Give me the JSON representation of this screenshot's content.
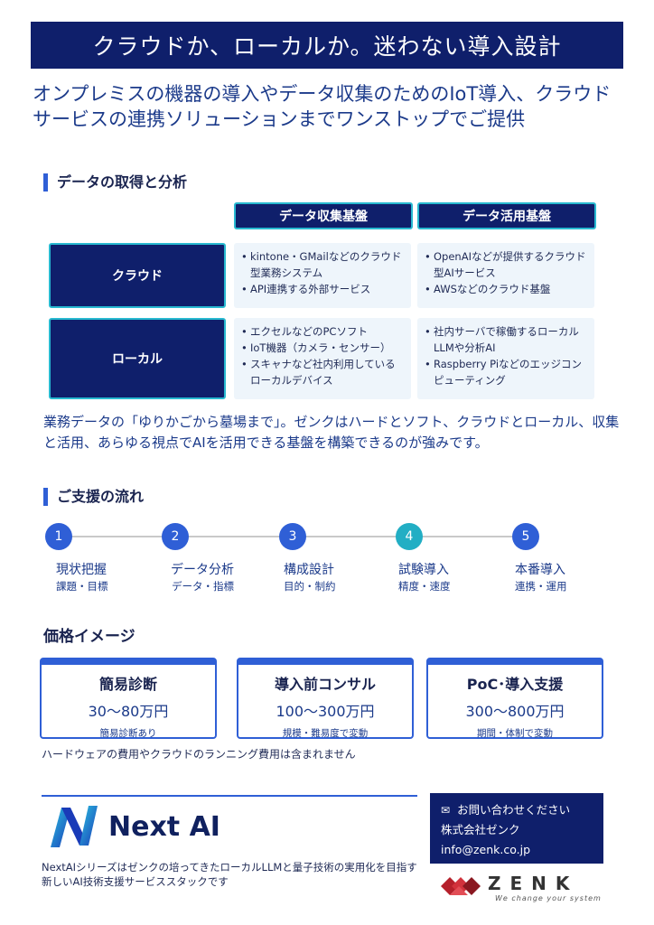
{
  "header": {
    "title": "クラウドか、ローカルか。迷わない導入設計"
  },
  "lead": "オンプレミスの機器の導入やデータ収集のためのIoT導入、クラウドサービスの連携ソリューションまでワンストップでご提供",
  "section1": {
    "title": "データの取得と分析"
  },
  "matrix": {
    "col_headers": [
      "データ収集基盤",
      "データ活用基盤"
    ],
    "rows": [
      {
        "label": "クラウド",
        "cells": [
          [
            "kintone・GMailなどのクラウド型業務システム",
            "API連携する外部サービス"
          ],
          [
            "OpenAIなどが提供するクラウド型AIサービス",
            "AWSなどのクラウド基盤"
          ]
        ]
      },
      {
        "label": "ローカル",
        "cells": [
          [
            "エクセルなどのPCソフト",
            "IoT機器（カメラ・センサー）",
            "スキャナなど社内利用しているローカルデバイス"
          ],
          [
            "社内サーバで稼働するローカルLLMや分析AI",
            "Raspberry Piなどのエッジコンピューティング"
          ]
        ]
      }
    ]
  },
  "summary": "業務データの「ゆりかごから墓場まで」。ゼンクはハードとソフト、クラウドとローカル、収集と活用、あらゆる視点でAIを活用できる基盤を構築できるのが強みです。",
  "section2": {
    "title": "ご支援の流れ"
  },
  "steps": [
    {
      "num": "1",
      "title": "現状把握",
      "sub": "課題・目標"
    },
    {
      "num": "2",
      "title": "データ分析",
      "sub": "データ・指標"
    },
    {
      "num": "3",
      "title": "構成設計",
      "sub": "目的・制約"
    },
    {
      "num": "4",
      "title": "試験導入",
      "sub": "精度・速度"
    },
    {
      "num": "5",
      "title": "本番導入",
      "sub": "連携・運用"
    }
  ],
  "pricing": {
    "title": "価格イメージ",
    "cards": [
      {
        "name": "簡易診断",
        "amount": "30〜80万円",
        "note": "簡易診断あり"
      },
      {
        "name": "導入前コンサル",
        "amount": "100〜300万円",
        "note": "規模・難易度で変動"
      },
      {
        "name": "PoC･導入支援",
        "amount": "300〜800万円",
        "note": "期間・体制で変動"
      }
    ],
    "disclaimer": "ハードウェアの費用やクラウドのランニング費用は含まれません"
  },
  "footer": {
    "brand": "Next AI",
    "description": "NextAIシリーズはゼンクの培ってきたローカルLLMと量子技術の実用化を目指す新しいAI技術支援サービススタックです",
    "contact_title": "お問い合わせください",
    "company": "株式会社ゼンク",
    "email": "info@zenk.co.jp",
    "zenk_name": "ZENK",
    "zenk_tagline": "We change your system"
  },
  "colors": {
    "navy": "#0f1f6b",
    "blue": "#2f5fd6",
    "teal": "#22aec4"
  }
}
